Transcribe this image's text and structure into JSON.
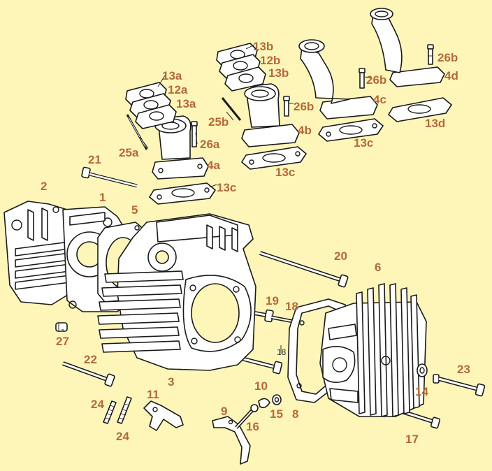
{
  "colors": {
    "background": "#fdf6b8",
    "label": "#b5693a",
    "linework": "#1a1a1a"
  },
  "labels": {
    "p1": "1",
    "p2": "2",
    "p3": "3",
    "p4a": "4a",
    "p4b": "4b",
    "p4c": "4c",
    "p4d": "4d",
    "p5": "5",
    "p6": "6",
    "p8": "8",
    "p9": "9",
    "p10": "10",
    "p11": "11",
    "p12a": "12a",
    "p12b": "12b",
    "p13a_1": "13a",
    "p13a_2": "13a",
    "p13b_1": "13b",
    "p13b_2": "13b",
    "p13c_1": "13c",
    "p13c_2": "13c",
    "p13c_3": "13c",
    "p13d": "13d",
    "p14": "14",
    "p15": "15",
    "p16": "16",
    "p17": "17",
    "p18": "18",
    "p18_small": "18",
    "p19": "19",
    "p20": "20",
    "p21": "21",
    "p22": "22",
    "p23": "23",
    "p24_1": "24",
    "p24_2": "24",
    "p25a": "25a",
    "p25b": "25b",
    "p26a": "26a",
    "p26b_1": "26b",
    "p26b_2": "26b",
    "p26b_3": "26b",
    "p27": "27"
  }
}
